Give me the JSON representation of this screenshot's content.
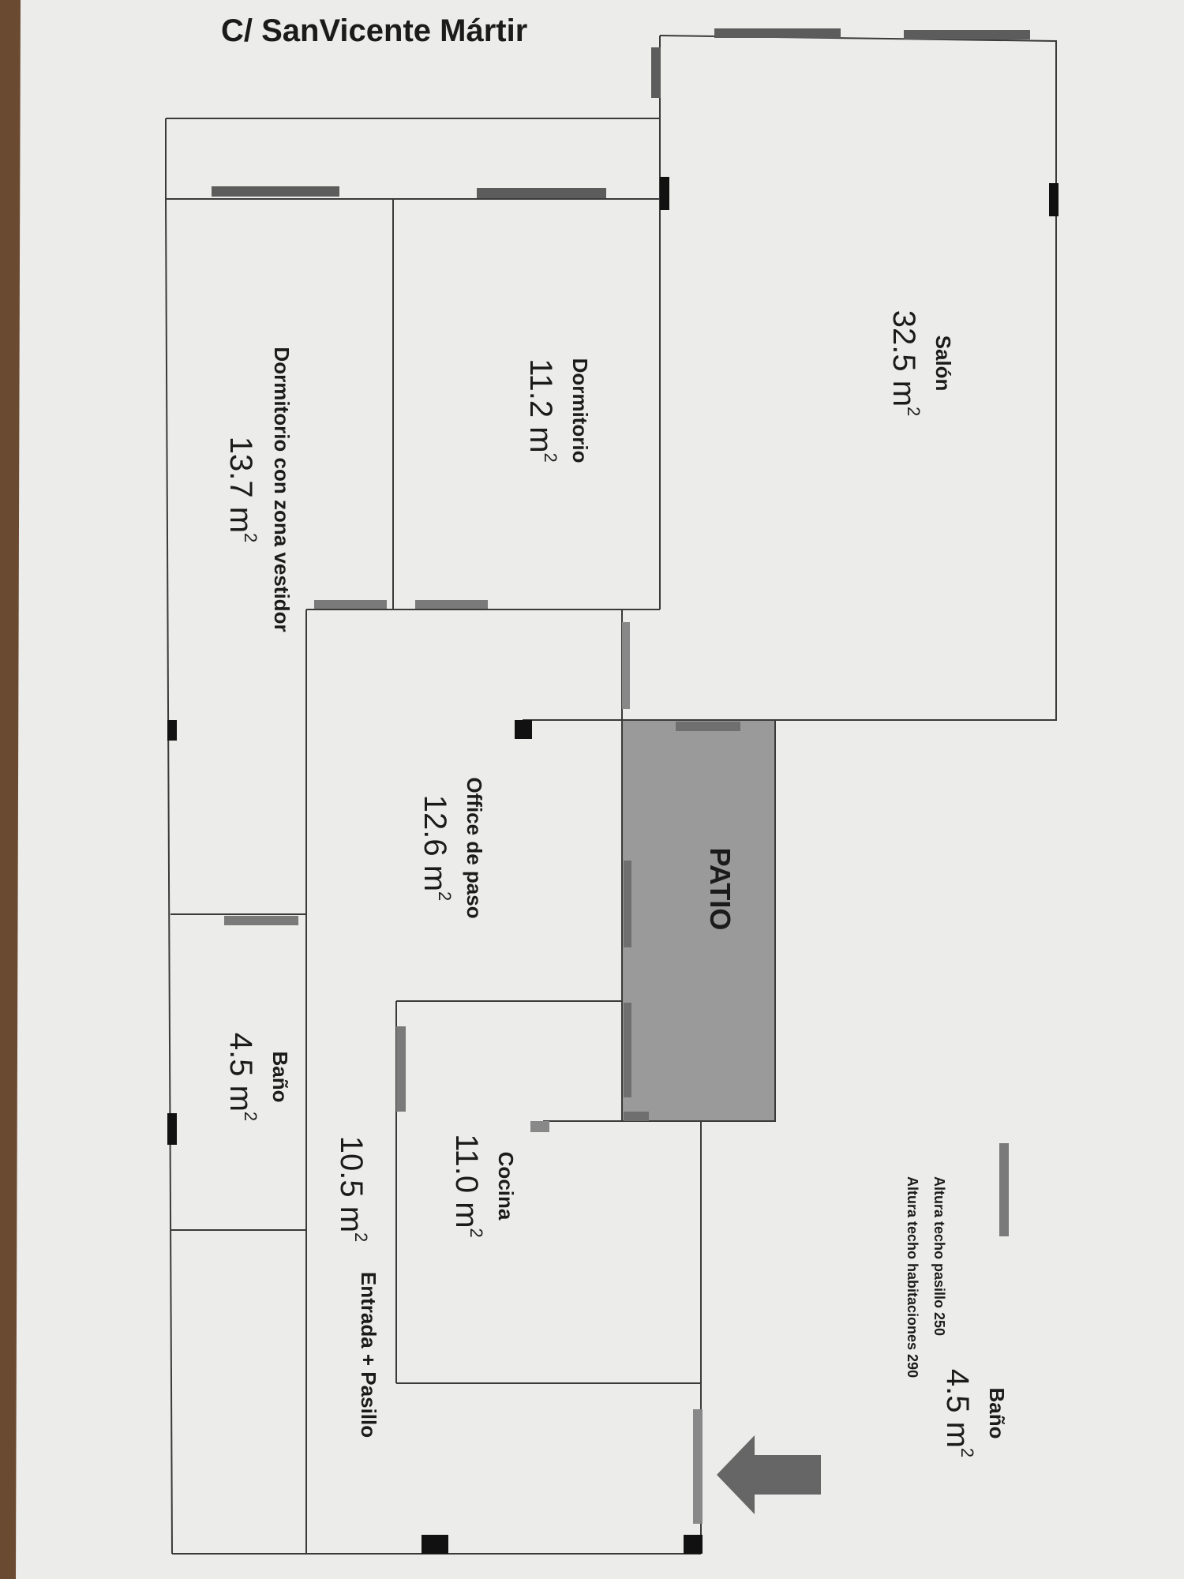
{
  "plan": {
    "street": "C/ SanVicente Mártir",
    "unit_superscript": "2",
    "notes": [
      "Altura techo pasillo 250",
      "Altura techo habitaciones 290"
    ],
    "rooms": {
      "salon": {
        "name": "Salón",
        "area": "32.5 m"
      },
      "dormitorio": {
        "name": "Dormitorio",
        "area": "11.2 m"
      },
      "dormitorio_vestidor": {
        "name": "Dormitorio con zona vestidor",
        "area": "13.7 m"
      },
      "office": {
        "name": "Office de paso",
        "area": "12.6 m"
      },
      "patio": {
        "name": "PATIO"
      },
      "cocina": {
        "name": "Cocina",
        "area": "11.0 m"
      },
      "entrada": {
        "name": "Entrada + Pasillo",
        "area": "10.5 m"
      },
      "bano_1": {
        "name": "Baño",
        "area": "4.5 m"
      },
      "bano_2": {
        "name": "Baño",
        "area": "4.5 m"
      }
    },
    "colors": {
      "paper": "#ececea",
      "wall": "#3a3a3a",
      "patio": "#9a9a9a",
      "window": "#5c5c5c",
      "door": "#111111",
      "arrow": "#666666"
    }
  }
}
